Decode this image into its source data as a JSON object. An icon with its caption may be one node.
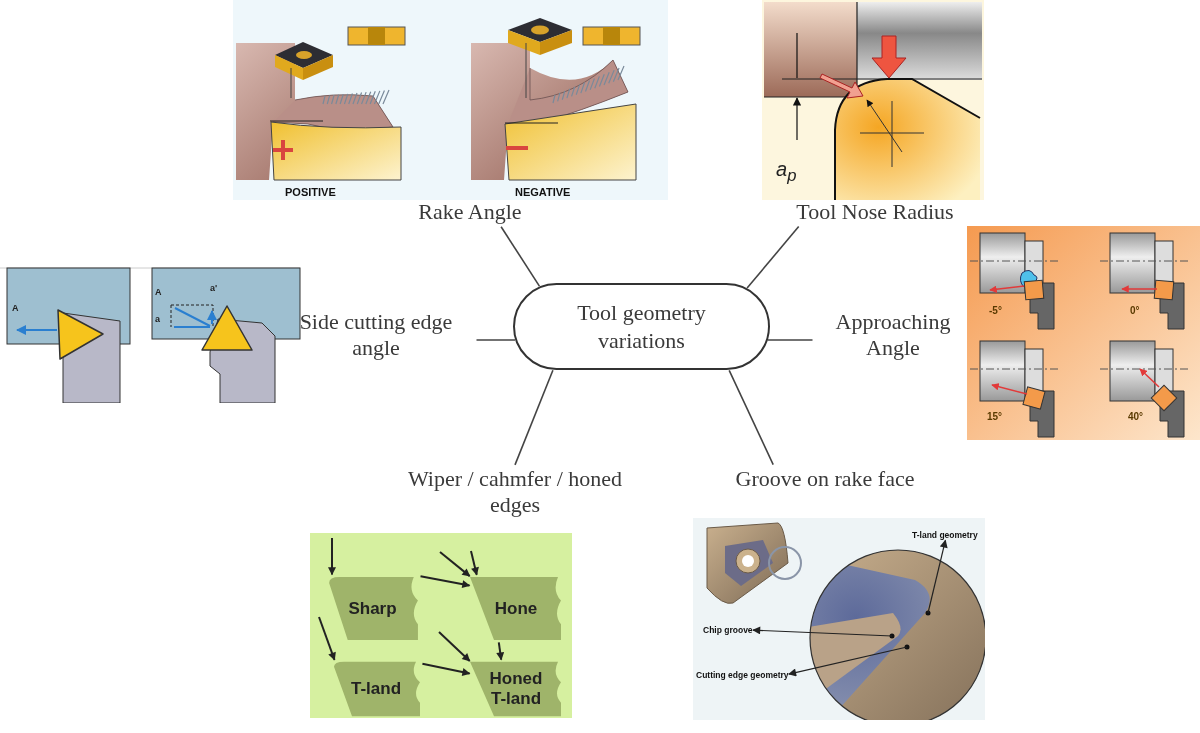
{
  "diagram": {
    "nodes": [
      {
        "text": [
          "Tool geometry variations"
        ]
      },
      {
        "text": [
          "Rake Angle"
        ]
      },
      {
        "text": [
          "Tool Nose Radius"
        ]
      },
      {
        "text": [
          "Side cutting edge angle"
        ]
      },
      {
        "text": [
          "Approaching Angle"
        ]
      },
      {
        "text": [
          "Wiper / cahmfer / honed edges"
        ]
      },
      {
        "text": [
          "Groove on rake face"
        ]
      },
      {
        "text": [
          "Sharp"
        ]
      },
      {
        "text": [
          "Hone"
        ]
      },
      {
        "text": [
          "T-land"
        ]
      },
      {
        "text": [
          "Honed T-land"
        ]
      },
      {
        "text": [
          "T-land geometry"
        ]
      },
      {
        "text": [
          "Chip groove"
        ]
      },
      {
        "text": [
          "Cutting edge geometry"
        ]
      }
    ],
    "edges": [
      {
        "from": 0,
        "to": 1,
        "arrow": "none"
      },
      {
        "from": 0,
        "to": 2,
        "arrow": "none"
      },
      {
        "from": 0,
        "to": 3,
        "arrow": "none"
      },
      {
        "from": 0,
        "to": 4,
        "arrow": "none"
      },
      {
        "from": 0,
        "to": 5,
        "arrow": "none"
      },
      {
        "from": 0,
        "to": 6,
        "arrow": "none"
      },
      {
        "from": null,
        "to": 7,
        "arrow": "to"
      },
      {
        "from": null,
        "to": 8,
        "arrow": "to"
      },
      {
        "from": null,
        "to": 8,
        "arrow": "to"
      },
      {
        "from": 7,
        "to": 8,
        "arrow": "to"
      },
      {
        "from": null,
        "to": 9,
        "arrow": "to"
      },
      {
        "from": 8,
        "to": 10,
        "arrow": "to"
      },
      {
        "from": null,
        "to": 10,
        "arrow": "to"
      },
      {
        "from": 9,
        "to": 10,
        "arrow": "to"
      },
      {
        "from": null,
        "to": 11,
        "arrow": "to"
      },
      {
        "from": null,
        "to": 12,
        "arrow": "to"
      },
      {
        "from": null,
        "to": 13,
        "arrow": "to"
      }
    ],
    "labels": [
      "POSITIVE",
      "NEGATIVE",
      "a$_{p}$",
      "A",
      "A",
      "a'",
      "a",
      "-5°",
      "0°",
      "15°",
      "40°"
    ]
  }
}
